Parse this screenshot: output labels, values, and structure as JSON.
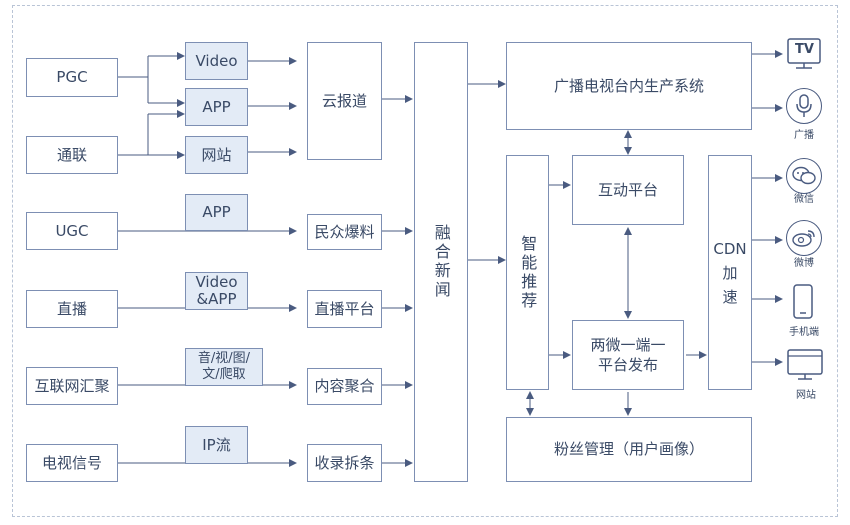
{
  "sources": [
    "PGC",
    "通联",
    "UGC",
    "直播",
    "互联网汇聚",
    "电视信号"
  ],
  "channels": {
    "video": "Video",
    "app": "APP",
    "web": "网站",
    "app2": "APP",
    "video_app": "Video\n&APP",
    "media_types": "音/视/图/\n文/爬取",
    "ip_stream": "IP流"
  },
  "gateways": {
    "cloud_report": "云报道",
    "public_tips": "民众爆料",
    "live_platform": "直播平台",
    "content_aggregation": "内容聚合",
    "collect_split": "收录拆条"
  },
  "core": {
    "fusion_news": "融合新闻",
    "smart_recommend": "智能推荐",
    "broadcast_system": "广播电视台内生产系统",
    "interactive_platform": "互动平台",
    "publish_platform": "两微一端一\n平台发布",
    "fan_management": "粉丝管理（用户画像）",
    "cdn": "CDN\n加\n速"
  },
  "outputs": {
    "tv": "TV",
    "broadcast": "广播",
    "wechat": "微信",
    "weibo": "微博",
    "mobile": "手机端",
    "website": "网站"
  },
  "colors": {
    "line": "#4a5b80",
    "box_border": "#7d8fb3",
    "fill": "#e3ebf6",
    "text": "#3a4a66"
  }
}
